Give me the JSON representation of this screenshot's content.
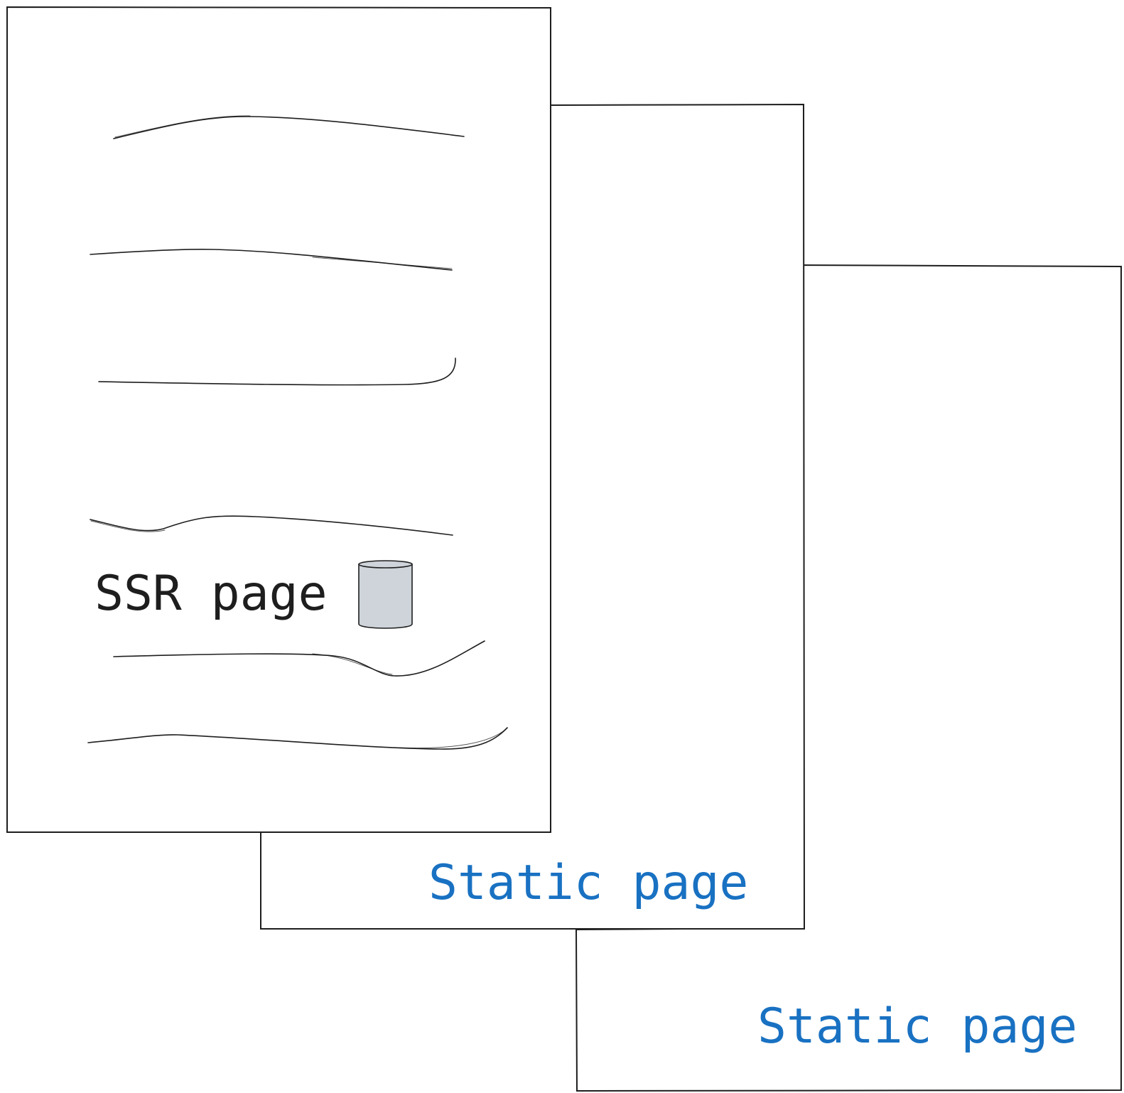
{
  "pages": {
    "ssr": {
      "label": "SSR page",
      "label_color": "#1e1e1e"
    },
    "static_front": {
      "label": "Static page",
      "label_color": "#1971c2"
    },
    "static_back": {
      "label": "Static page",
      "label_color": "#1971c2"
    }
  },
  "icons": {
    "database": {
      "name": "database-icon",
      "fill": "#ced4da"
    }
  },
  "colors": {
    "stroke": "#1e1e1e",
    "background": "#ffffff"
  }
}
